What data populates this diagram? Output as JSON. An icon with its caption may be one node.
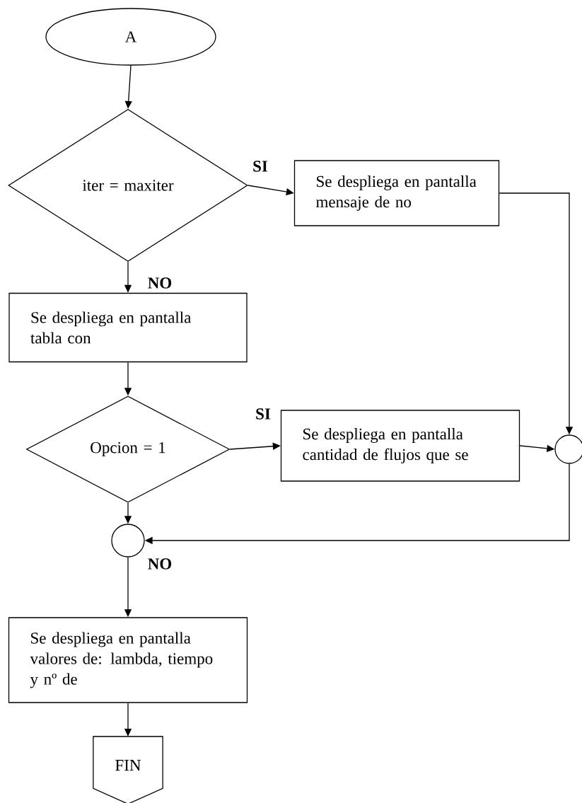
{
  "diagram": {
    "nodes": [
      {
        "text": [
          "A"
        ]
      },
      {
        "text": [
          "iter = maxiter"
        ]
      },
      {
        "text": [
          "Se despliega en pantalla mensaje de no"
        ]
      },
      {
        "text": [
          "Se despliega en pantalla tabla con"
        ]
      },
      {
        "text": [
          "Opcion = 1"
        ]
      },
      {
        "text": [
          "Se despliega en pantalla cantidad de flujos que se"
        ]
      },
      {
        "text": [],
        "shape": "circle"
      },
      {
        "text": [],
        "shape": "circle"
      },
      {
        "text": [
          "Se despliega en pantalla valores de: lambda, tiempo y nº de"
        ]
      },
      {
        "text": [
          "FIN"
        ]
      }
    ],
    "edges": [
      {
        "from": 0,
        "to": 1,
        "arrow": "to"
      },
      {
        "from": 1,
        "to": 2,
        "arrow": "to",
        "label": "SI"
      },
      {
        "from": 1,
        "to": 3,
        "arrow": "to",
        "label": "NO"
      },
      {
        "from": 2,
        "to": 6,
        "arrow": "to"
      },
      {
        "from": 3,
        "to": 4,
        "arrow": "to"
      },
      {
        "from": 4,
        "to": 5,
        "arrow": "to",
        "label": "SI"
      },
      {
        "from": 5,
        "to": 6,
        "arrow": "to"
      },
      {
        "from": 6,
        "to": 7,
        "arrow": "to"
      },
      {
        "from": 4,
        "to": 7,
        "arrow": "to"
      },
      {
        "from": 7,
        "to": 8,
        "arrow": "to",
        "label": "NO"
      },
      {
        "from": 8,
        "to": 9,
        "arrow": "to"
      }
    ]
  }
}
